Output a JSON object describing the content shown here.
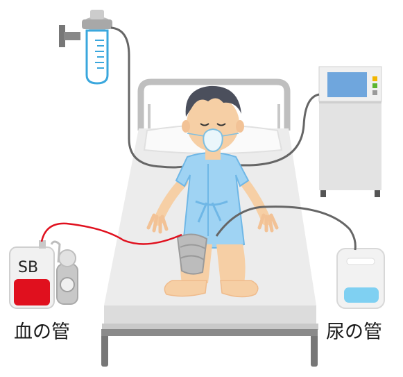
{
  "labels": {
    "drainage_bag_text": "SB",
    "blood_tube_caption": "血の管",
    "urine_tube_caption": "尿の管"
  },
  "colors": {
    "blood": "#e0101e",
    "urine": "#7fd0f2",
    "gown": "#9fd3f3",
    "skin": "#f6cfa5",
    "hair": "#4b4f5c",
    "mask": "#eaf6fb",
    "monitor_screen": "#6fa6dd",
    "tube": "#666666"
  },
  "icons": [
    "oxygen-humidifier-icon",
    "patient-monitor-icon",
    "drainage-bag-icon",
    "urine-bag-icon",
    "hospital-bed-icon"
  ]
}
